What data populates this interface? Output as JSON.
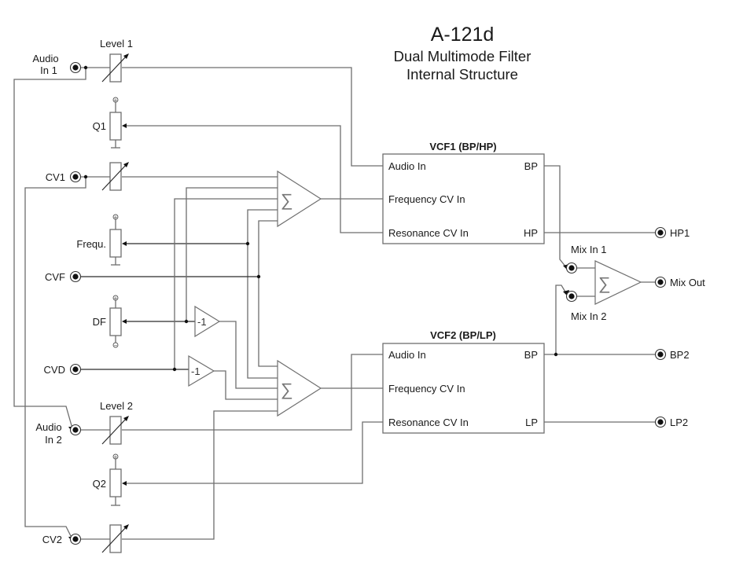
{
  "title": {
    "model": "A-121d",
    "line1": "Dual Multimode Filter",
    "line2": "Internal Structure"
  },
  "jacks": {
    "audio_in_1": [
      "Audio",
      "In 1"
    ],
    "cv1": "CV1",
    "cvf": "CVF",
    "cvd": "CVD",
    "audio_in_2": [
      "Audio",
      "In 2"
    ],
    "cv2": "CV2",
    "hp1": "HP1",
    "mix_out": "Mix Out",
    "bp2": "BP2",
    "lp2": "LP2",
    "mix_in_1": "Mix In 1",
    "mix_in_2": "Mix In 2"
  },
  "controls": {
    "level1": "Level 1",
    "q1": "Q1",
    "frequ": "Frequ.",
    "df": "DF",
    "level2": "Level 2",
    "q2": "Q2"
  },
  "vcf1": {
    "title": "VCF1 (BP/HP)",
    "inputs": [
      "Audio In",
      "Frequency CV In",
      "Resonance CV In"
    ],
    "outputs": [
      "BP",
      "HP"
    ]
  },
  "vcf2": {
    "title": "VCF2 (BP/LP)",
    "inputs": [
      "Audio In",
      "Frequency CV In",
      "Resonance CV In"
    ],
    "outputs": [
      "BP",
      "LP"
    ]
  },
  "symbols": {
    "sum": "∑",
    "inverter": "-1",
    "plus": "+",
    "minus": "−"
  }
}
